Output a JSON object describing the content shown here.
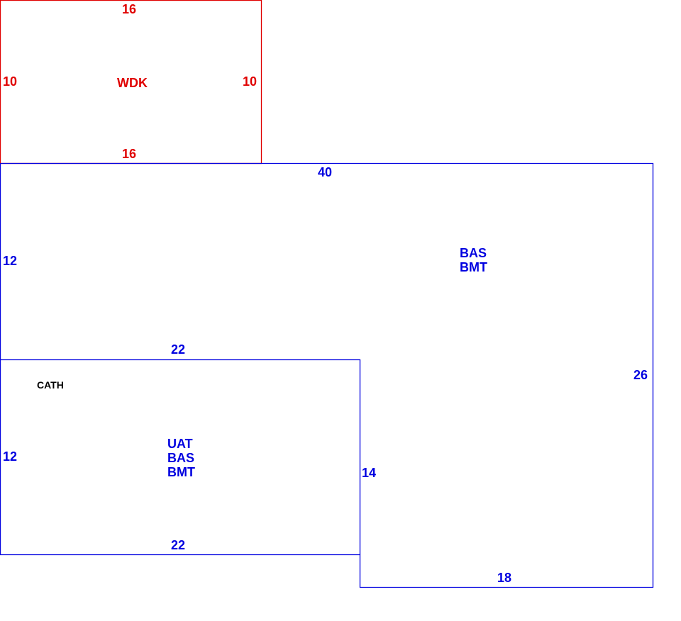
{
  "colors": {
    "wdk": "#e00000",
    "main": "#0000e0",
    "note": "#000000"
  },
  "wdk": {
    "top": "16",
    "bottom": "16",
    "left": "10",
    "right": "10",
    "code": "WDK"
  },
  "main": {
    "top": "40",
    "left_upper": "12",
    "right": "26",
    "bottom": "18",
    "step": "14",
    "codes": [
      "BAS",
      "BMT"
    ]
  },
  "lower": {
    "top": "22",
    "bottom": "22",
    "left": "12",
    "note": "CATH",
    "codes": [
      "UAT",
      "BAS",
      "BMT"
    ]
  }
}
